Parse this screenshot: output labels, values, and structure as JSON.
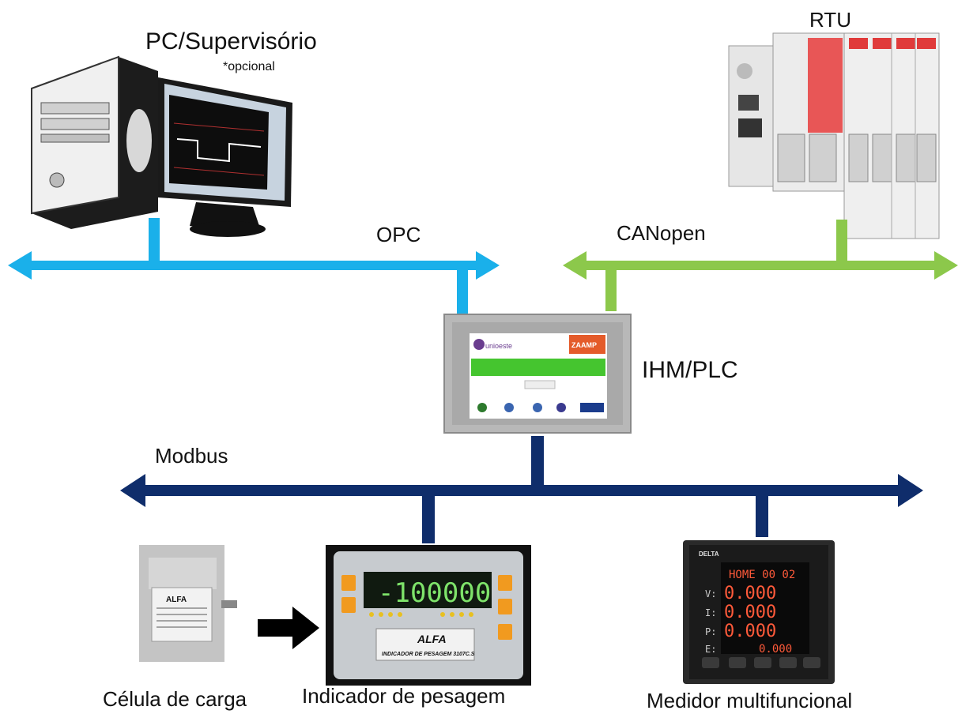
{
  "labels": {
    "pc": "PC/Supervisório",
    "pc_note": "*opcional",
    "rtu": "RTU",
    "opc": "OPC",
    "canopen": "CANopen",
    "ihm": "IHM/PLC",
    "modbus": "Modbus",
    "celula": "Célula de carga",
    "indicador": "Indicador de pesagem",
    "medidor": "Medidor multifuncional"
  },
  "hmi_screen": {
    "logo_left": "unioeste",
    "logo_right": "ZAAMP"
  },
  "indicator": {
    "display": "-100000",
    "brand": "ALFA",
    "caption": "INDICADOR DE PESAGEM 3107C.S"
  },
  "meter": {
    "brand": "DELTA",
    "header": "HOME 00 02",
    "rows": [
      {
        "label": "V:",
        "value": "0.000"
      },
      {
        "label": "I:",
        "value": "0.000"
      },
      {
        "label": "P:",
        "value": "0.000"
      },
      {
        "label": "E:",
        "value": "0.000"
      }
    ]
  },
  "load_cell": {
    "brand": "ALFA"
  },
  "colors": {
    "opc_bus": "#1ab0ea",
    "canopen_bus": "#8cc84b",
    "modbus_bus": "#0f2d6b"
  }
}
